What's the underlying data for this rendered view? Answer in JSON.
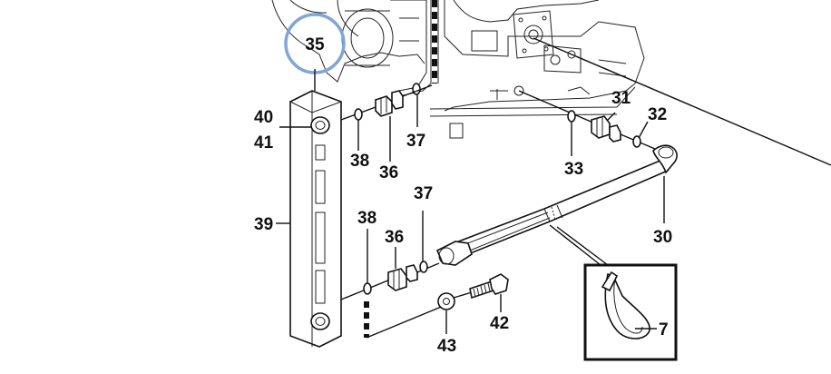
{
  "highlight_color": "#7fa6d6",
  "callouts": {
    "c35": "35",
    "c40": "40",
    "c41": "41",
    "c39": "39",
    "c38a": "38",
    "c36a": "36",
    "c37a": "37",
    "c31": "31",
    "c32": "32",
    "c33": "33",
    "c30": "30",
    "c37b": "37",
    "c38b": "38",
    "c36b": "36",
    "c42": "42",
    "c43": "43",
    "c7": "7"
  }
}
